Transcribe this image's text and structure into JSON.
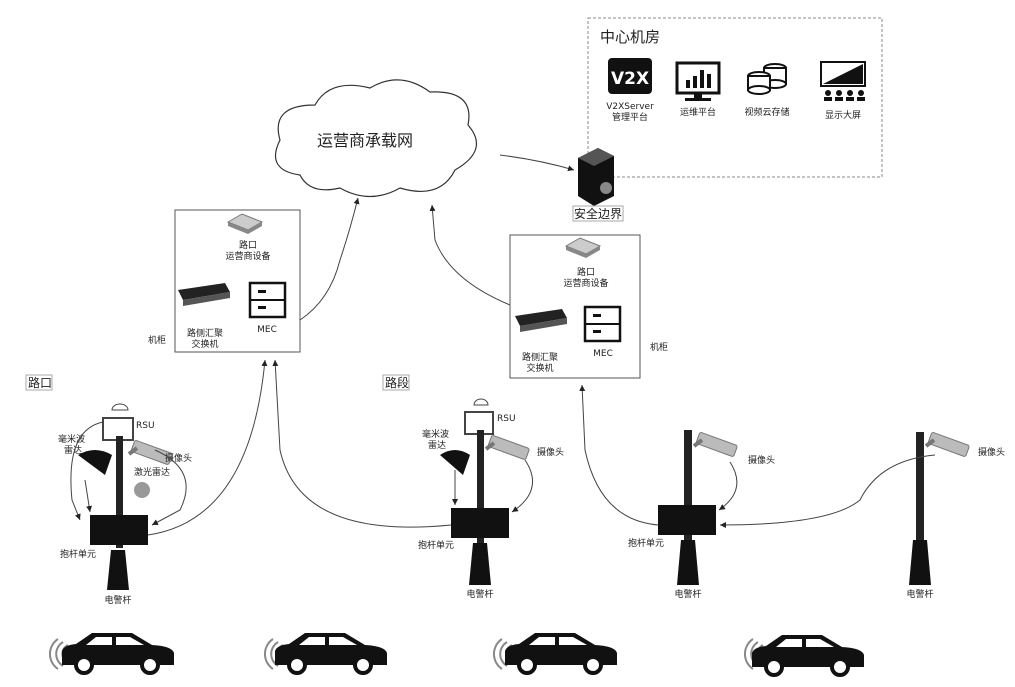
{
  "center": {
    "title": "中心机房",
    "items": [
      {
        "icon": "v2x-icon",
        "icon_text": "V2X",
        "label1": "V2XServer",
        "label2": "管理平台"
      },
      {
        "icon": "monitor-chart-icon",
        "label1": "运维平台"
      },
      {
        "icon": "database-icon",
        "label1": "视频云存储"
      },
      {
        "icon": "display-screen-icon",
        "label1": "显示大屏"
      }
    ]
  },
  "cloud": {
    "label": "运营商承载网"
  },
  "firewall": {
    "label": "安全边界"
  },
  "cabinets": [
    {
      "device": "路口",
      "device2": "运营商设备",
      "switch1": "路侧汇聚",
      "switch2": "交换机",
      "mec": "MEC",
      "cabinet_label": "机柜"
    },
    {
      "device": "路口",
      "device2": "运营商设备",
      "switch1": "路侧汇聚",
      "switch2": "交换机",
      "mec": "MEC",
      "cabinet_label": "机柜"
    }
  ],
  "zones": {
    "intersection": "路口",
    "segment": "路段"
  },
  "poles": {
    "rsu": "RSU",
    "mmwave1": "毫米波",
    "mmwave2": "雷达",
    "lidar": "激光雷达",
    "camera": "摄像头",
    "unit": "抱杆单元",
    "pole": "电警杆"
  }
}
